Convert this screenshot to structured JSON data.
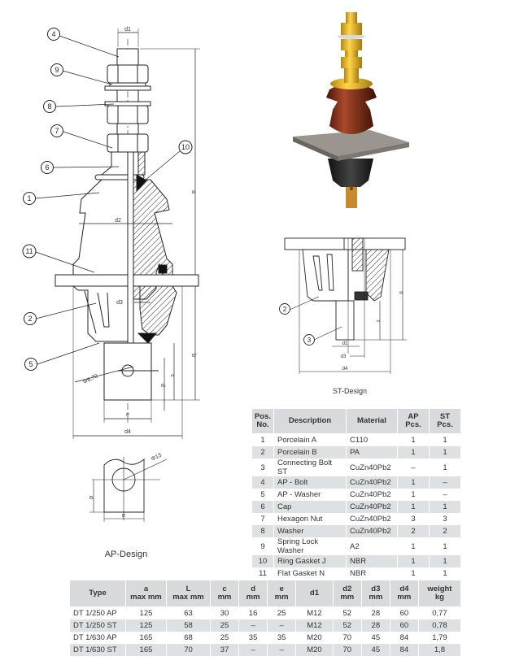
{
  "drawings": {
    "ap_design": {
      "caption": "AP-Design",
      "callouts": [
        "4",
        "9",
        "8",
        "7",
        "10",
        "6",
        "1",
        "11",
        "2",
        "5"
      ],
      "dimension_labels": {
        "d1": "d1",
        "d2": "d2",
        "d3": "d3",
        "d4": "d4",
        "a": "a",
        "b": "b",
        "c": "c",
        "d": "d",
        "e": "e",
        "hole": "Φ6,70"
      }
    },
    "ap_detail": {
      "dimension_labels": {
        "hole": "Φ13",
        "d": "d",
        "e": "e"
      }
    },
    "st_design": {
      "caption": "ST-Design",
      "callouts": [
        "2",
        "3"
      ],
      "dimension_labels": {
        "d1": "d1",
        "d3": "d3",
        "d4": "d4",
        "b": "b",
        "c": "c"
      }
    },
    "photo": {
      "subject": "bushing-3d-render"
    }
  },
  "parts_table": {
    "headers": [
      "Pos.\nNo.",
      "Description",
      "Material",
      "AP\nPcs.",
      "ST\nPcs."
    ],
    "header_lines": [
      [
        "Pos.",
        "No."
      ],
      [
        "Description"
      ],
      [
        "Material"
      ],
      [
        "AP",
        "Pcs."
      ],
      [
        "ST",
        "Pcs."
      ]
    ],
    "rows": [
      {
        "pos": "1",
        "description": "Porcelain A",
        "material": "C110",
        "ap": "1",
        "st": "1"
      },
      {
        "pos": "2",
        "description": "Porcelain B",
        "material": "PA",
        "ap": "1",
        "st": "1"
      },
      {
        "pos": "3",
        "description": "Connecting Bolt ST",
        "material": "CuZn40Pb2",
        "ap": "–",
        "st": "1"
      },
      {
        "pos": "4",
        "description": "AP - Bolt",
        "material": "CuZn40Pb2",
        "ap": "1",
        "st": "–"
      },
      {
        "pos": "5",
        "description": "AP - Washer",
        "material": "CuZn40Pb2",
        "ap": "1",
        "st": "–"
      },
      {
        "pos": "6",
        "description": "Cap",
        "material": "CuZn40Pb2",
        "ap": "1",
        "st": "1"
      },
      {
        "pos": "7",
        "description": "Hexagon Nut",
        "material": "CuZn40Pb2",
        "ap": "3",
        "st": "3"
      },
      {
        "pos": "8",
        "description": "Washer",
        "material": "CuZn40Pb2",
        "ap": "2",
        "st": "2"
      },
      {
        "pos": "9",
        "description": "Spring Lock Washer",
        "material": "A2",
        "ap": "1",
        "st": "1"
      },
      {
        "pos": "10",
        "description": "Ring Gasket J",
        "material": "NBR",
        "ap": "1",
        "st": "1"
      },
      {
        "pos": "11",
        "description": "Flat Gasket N",
        "material": "NBR",
        "ap": "1",
        "st": "1"
      }
    ]
  },
  "spec_table": {
    "header_lines": [
      [
        "Type"
      ],
      [
        "a",
        "max mm"
      ],
      [
        "L",
        "max mm"
      ],
      [
        "c",
        "mm"
      ],
      [
        "d",
        "mm"
      ],
      [
        "e",
        "mm"
      ],
      [
        "d1"
      ],
      [
        "d2",
        "mm"
      ],
      [
        "d3",
        "mm"
      ],
      [
        "d4",
        "mm"
      ],
      [
        "weight",
        "kg"
      ]
    ],
    "rows": [
      {
        "type": "DT 1/250 AP",
        "a": "125",
        "L": "63",
        "c": "30",
        "d": "16",
        "e": "25",
        "d1": "M12",
        "d2": "52",
        "d3": "28",
        "d4": "60",
        "weight": "0,77"
      },
      {
        "type": "DT 1/250 ST",
        "a": "125",
        "L": "58",
        "c": "25",
        "d": "–",
        "e": "–",
        "d1": "M12",
        "d2": "52",
        "d3": "28",
        "d4": "60",
        "weight": "0,78"
      },
      {
        "type": "DT 1/630 AP",
        "a": "165",
        "L": "68",
        "c": "25",
        "d": "35",
        "e": "35",
        "d1": "M20",
        "d2": "70",
        "d3": "45",
        "d4": "84",
        "weight": "1,79"
      },
      {
        "type": "DT 1/630 ST",
        "a": "165",
        "L": "70",
        "c": "37",
        "d": "–",
        "e": "–",
        "d1": "M20",
        "d2": "70",
        "d3": "45",
        "d4": "84",
        "weight": "1,8"
      }
    ]
  },
  "colors": {
    "header_bg": "#d9dadc",
    "alt_row_bg": "#dfe0e2",
    "porcelain": "#7a2a12",
    "brass": "#e0b020",
    "plate": "#8a8480"
  }
}
